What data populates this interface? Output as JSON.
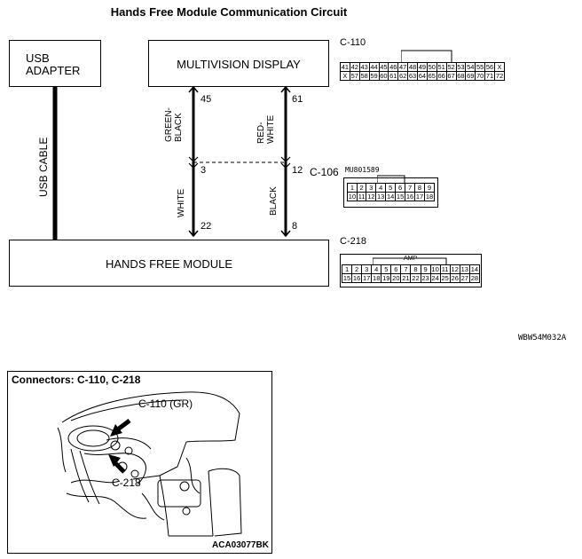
{
  "title": "Hands Free Module Communication Circuit",
  "boxes": {
    "usb_adapter": [
      "USB",
      "ADAPTER"
    ],
    "multivision": "MULTIVISION DISPLAY",
    "hands_free": "HANDS FREE MODULE"
  },
  "cable_label": "USB CABLE",
  "wires": {
    "left": {
      "upper_color": [
        "GREEN-",
        "BLACK"
      ],
      "lower_color": "WHITE",
      "pin_top": "45",
      "pin_mid": "3",
      "pin_bottom": "22"
    },
    "right": {
      "upper_color": [
        "RED-",
        "WHITE"
      ],
      "lower_color": "BLACK",
      "pin_top": "61",
      "pin_mid": "12",
      "pin_bottom": "8"
    }
  },
  "connectors": {
    "c110": {
      "id": "C-110",
      "row1": [
        "41",
        "42",
        "43",
        "44",
        "45",
        "46",
        "47",
        "48",
        "49",
        "50",
        "51",
        "52",
        "53",
        "54",
        "55",
        "56",
        "X"
      ],
      "row2": [
        "X",
        "57",
        "58",
        "59",
        "60",
        "61",
        "62",
        "63",
        "64",
        "65",
        "66",
        "67",
        "68",
        "69",
        "70",
        "71",
        "72"
      ]
    },
    "c106": {
      "id": "C-106",
      "part": "MU801589",
      "row1": [
        "1",
        "2",
        "3",
        "4",
        "5",
        "6",
        "7",
        "8",
        "9"
      ],
      "row2": [
        "10",
        "11",
        "12",
        "13",
        "14",
        "15",
        "16",
        "17",
        "18"
      ]
    },
    "c218": {
      "id": "C-218",
      "tag": "AMP",
      "row1": [
        "1",
        "2",
        "3",
        "4",
        "5",
        "6",
        "7",
        "8",
        "9",
        "10",
        "11",
        "12",
        "13",
        "14"
      ],
      "row2": [
        "15",
        "16",
        "17",
        "18",
        "19",
        "20",
        "21",
        "22",
        "23",
        "24",
        "25",
        "26",
        "27",
        "28"
      ]
    }
  },
  "ref_code": "WBW54M032A",
  "photo": {
    "title": "Connectors: C-110, C-218",
    "callout_c110": "C-110 (GR)",
    "callout_c218": "C-218",
    "code": "ACA03077BK"
  }
}
